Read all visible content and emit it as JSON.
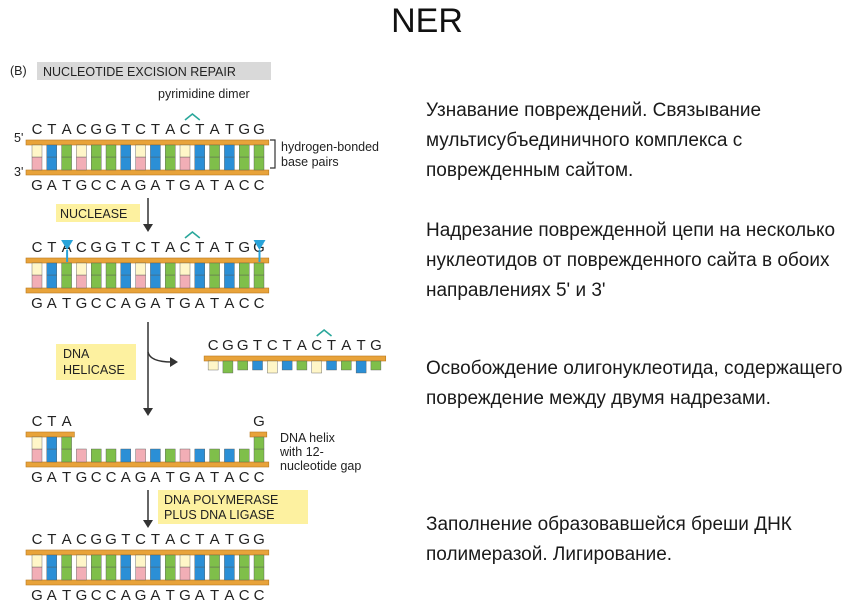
{
  "title": "NER",
  "panel": {
    "label_b": "(B)",
    "heading": "NUCLEOTIDE EXCISION REPAIR",
    "pyrimidine_dimer": "pyrimidine dimer",
    "hydrogen_bonded": "hydrogen-bonded",
    "base_pairs": "base pairs",
    "five_prime": "5'",
    "three_prime": "3'",
    "nuclease": "NUCLEASE",
    "dna_helicase_1": "DNA",
    "dna_helicase_2": "HELICASE",
    "gap_1": "DNA helix",
    "gap_2": "with 12-",
    "gap_3": "nucleotide gap",
    "poly_1": "DNA POLYMERASE",
    "poly_2": "PLUS DNA LIGASE"
  },
  "sequences": {
    "top_full": [
      "C",
      "T",
      "A",
      "C",
      "G",
      "G",
      "T",
      "C",
      "T",
      "A",
      "C",
      "T",
      "A",
      "T",
      "G",
      "G"
    ],
    "bottom_full": [
      "G",
      "A",
      "T",
      "G",
      "C",
      "C",
      "A",
      "G",
      "A",
      "T",
      "G",
      "A",
      "T",
      "A",
      "C",
      "C"
    ],
    "dimer_index": [
      10,
      11
    ],
    "bottom_highlight_index": [
      10,
      11
    ],
    "excised": [
      "C",
      "G",
      "G",
      "T",
      "C",
      "T",
      "A",
      "C",
      "T",
      "A",
      "T",
      "G"
    ],
    "excised_dimer_index": [
      7,
      8
    ],
    "gap_left": [
      "C",
      "T",
      "A"
    ],
    "gap_right": [
      "G"
    ]
  },
  "colors": {
    "backbone": "#e8a33a",
    "backbone_edge": "#b87a1e",
    "dimer": "#2aa79b",
    "highlight": "#e0287a",
    "label_box": "#fdf1a0",
    "heading_box": "#d9d9d9",
    "nuclease_marker": "#29a3d9",
    "base_green": "#7fbf4a",
    "base_blue": "#2b8fd6",
    "base_pink": "#f2aeb6",
    "base_cream": "#fff6c8"
  },
  "descriptions": [
    "Узнавание повреждений. Связывание мультисубъединичного комплекса с поврежденным сайтом.",
    "Надрезание поврежденной цепи на несколько нуклеотидов от поврежденного сайта в обоих направлениях  5' и 3'",
    "Освобождение олигонуклеотида, содержащего повреждение между двумя надрезами.",
    "Заполнение образовавшейся бреши ДНК полимеразой. Лигирование."
  ]
}
